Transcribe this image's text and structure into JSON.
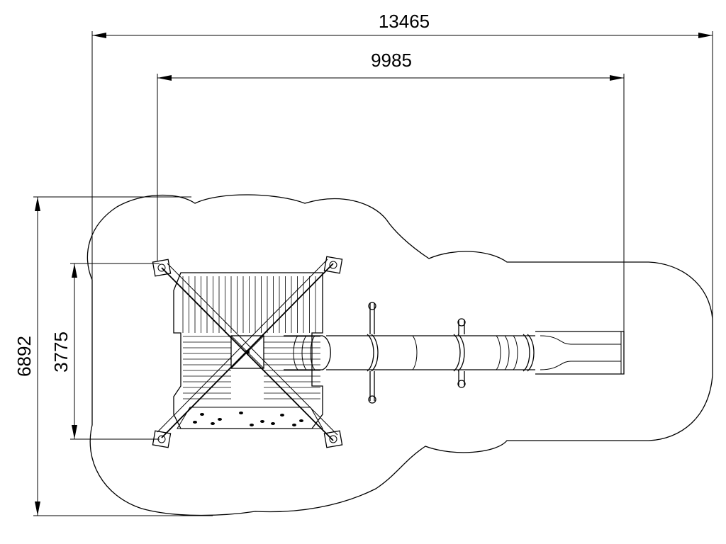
{
  "dimensions": {
    "overall_width": "13465",
    "structure_width": "9985",
    "overall_depth": "6892",
    "structure_depth": "3775"
  },
  "colors": {
    "line": "#000000",
    "background": "#ffffff"
  }
}
